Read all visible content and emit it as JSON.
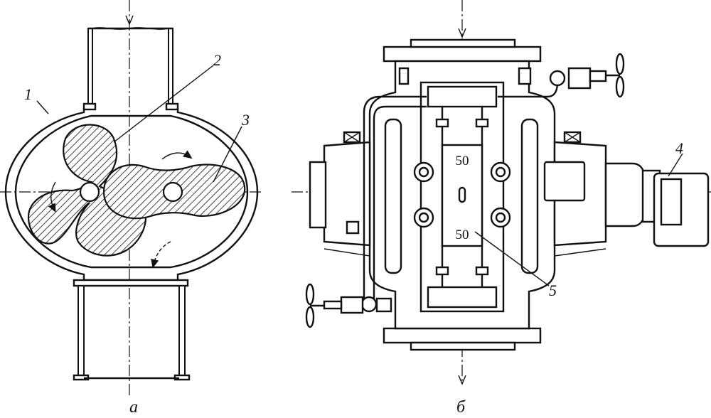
{
  "diagram": {
    "left_view": {
      "caption": "а",
      "labels": [
        "1",
        "2",
        "3"
      ]
    },
    "right_view": {
      "caption": "б",
      "labels": [
        "4",
        "5"
      ],
      "window_values": [
        "50",
        "50"
      ]
    }
  }
}
